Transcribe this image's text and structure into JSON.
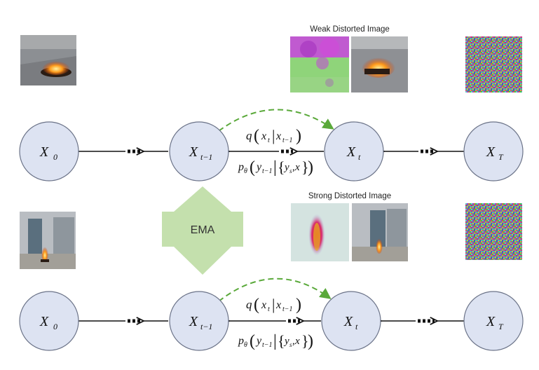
{
  "labels": {
    "weak": "Weak Distorted Image",
    "strong": "Strong Distorted Image",
    "ema": "EMA"
  },
  "nodes": {
    "x0": {
      "main": "X",
      "sub": "0"
    },
    "xtm1": {
      "main": "X",
      "sub": "t−1"
    },
    "xt": {
      "main": "X",
      "sub": "t"
    },
    "xT": {
      "main": "X",
      "sub": "T"
    }
  },
  "formula_forward": {
    "q": "q",
    "xt": "x",
    "t": "t",
    "bar": "|",
    "xtm1": "x",
    "tm1": "t−1"
  },
  "formula_reverse": {
    "p": "p",
    "theta": "θ",
    "y": "y",
    "tm1": "t−1",
    "bar": "|",
    "ys": "y",
    "s": "s",
    "comma": ",",
    "x": "x"
  },
  "colors": {
    "node_fill": "#dde3f2",
    "node_stroke": "#6b7388",
    "arrow": "#111111",
    "dashed_arrow": "#5aa93a",
    "ema_fill": "#c4e0ad"
  },
  "icons": {
    "fire_outdoor": "photo-fire-on-pavement",
    "fire_indoor": "photo-fire-indoor-hallway",
    "weak_distorted": "photo-weak-distorted-heatmap",
    "strong_distorted": "photo-strong-distorted-heatmap",
    "noise": "photo-gaussian-noise"
  }
}
